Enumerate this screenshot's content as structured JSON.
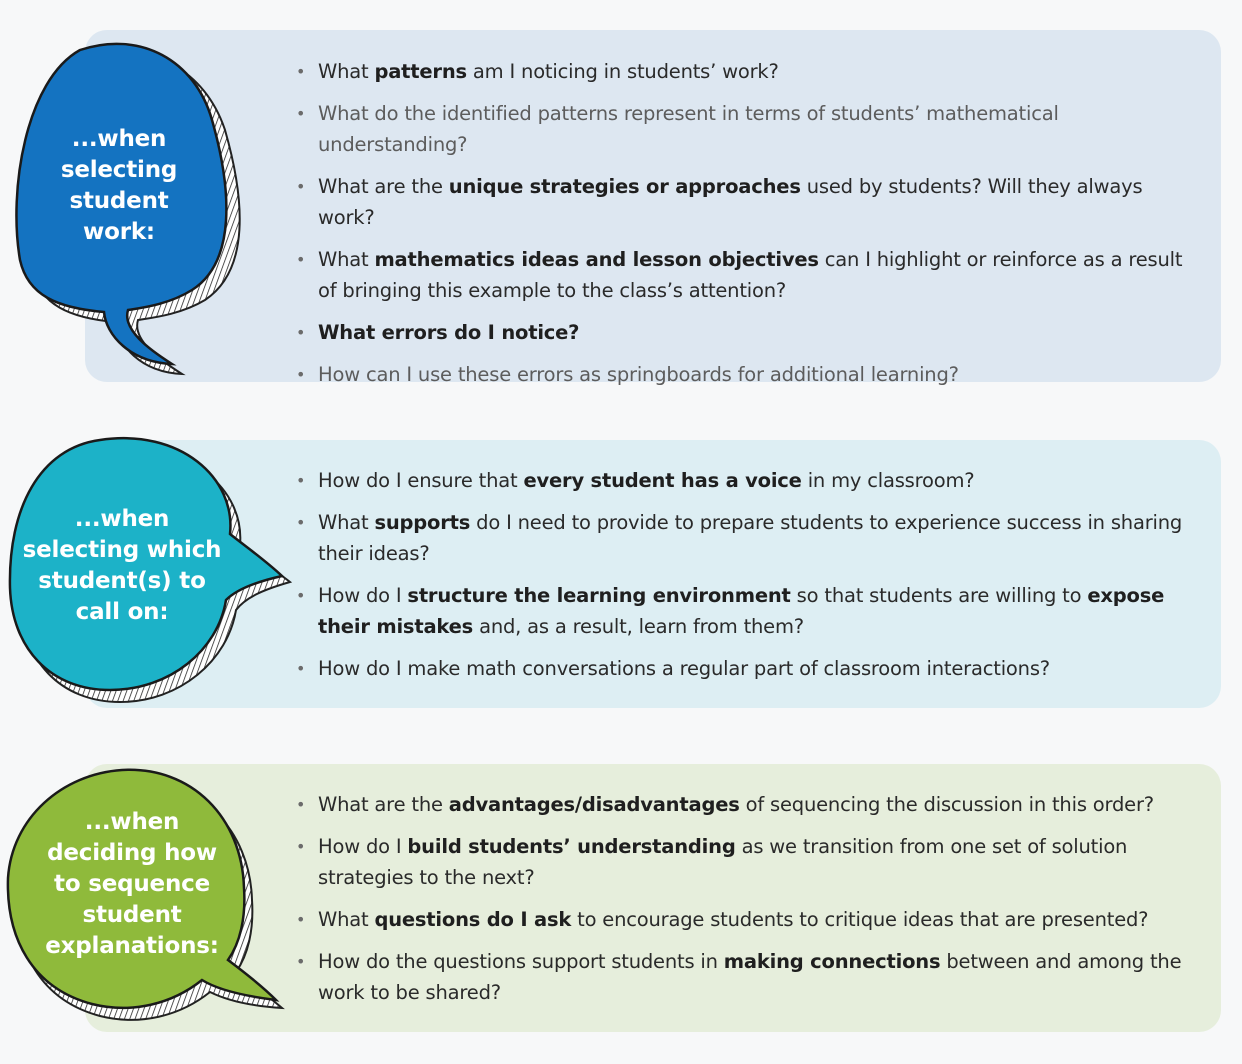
{
  "colors": {
    "panel_1": "#dde7f1",
    "panel_2": "#ddeef3",
    "panel_3": "#e6eedc",
    "bubble_1": "#1473c1",
    "bubble_2": "#1cb2c8",
    "bubble_3": "#8fba3b",
    "text": "#2a2a2a",
    "muted_text": "#5c5c5c"
  },
  "sections": [
    {
      "label_lines": [
        "...when",
        "selecting",
        "student",
        "work:"
      ],
      "items": [
        {
          "style": "normal",
          "parts": [
            {
              "t": "What "
            },
            {
              "t": "patterns",
              "b": true
            },
            {
              "t": " am I noticing in students’ work?"
            }
          ]
        },
        {
          "style": "muted",
          "parts": [
            {
              "t": "What do the identified patterns represent in terms of students’ mathematical understanding?"
            }
          ]
        },
        {
          "style": "normal",
          "parts": [
            {
              "t": "What are the "
            },
            {
              "t": "unique strategies or approaches",
              "b": true
            },
            {
              "t": " used by students? Will they always work?"
            }
          ]
        },
        {
          "style": "normal",
          "parts": [
            {
              "t": "What "
            },
            {
              "t": "mathematics ideas and lesson objectives",
              "b": true
            },
            {
              "t": " can I highlight or reinforce as a result of bringing this example to the class’s attention?"
            }
          ]
        },
        {
          "style": "normal",
          "parts": [
            {
              "t": "What errors do I notice?",
              "b": true
            }
          ]
        },
        {
          "style": "muted",
          "parts": [
            {
              "t": "How can I use these errors as springboards for additional learning?"
            }
          ]
        }
      ]
    },
    {
      "label_lines": [
        "...when",
        "selecting which",
        "student(s) to",
        "call on:"
      ],
      "items": [
        {
          "style": "normal",
          "parts": [
            {
              "t": "How do I ensure that "
            },
            {
              "t": "every student has a voice",
              "b": true
            },
            {
              "t": " in my classroom?"
            }
          ]
        },
        {
          "style": "normal",
          "parts": [
            {
              "t": "What "
            },
            {
              "t": "supports",
              "b": true
            },
            {
              "t": " do I need to provide to prepare students to experience success in sharing their ideas?"
            }
          ]
        },
        {
          "style": "normal",
          "parts": [
            {
              "t": "How do I "
            },
            {
              "t": "structure the learning environment",
              "b": true
            },
            {
              "t": " so that students are willing to "
            },
            {
              "t": "expose their mistakes",
              "b": true
            },
            {
              "t": " and, as a result, learn from them?"
            }
          ]
        },
        {
          "style": "normal",
          "parts": [
            {
              "t": "How do I make math conversations a regular part of classroom interactions?"
            }
          ]
        }
      ]
    },
    {
      "label_lines": [
        "...when",
        "deciding how",
        "to sequence",
        "student",
        "explanations:"
      ],
      "items": [
        {
          "style": "normal",
          "parts": [
            {
              "t": "What are the "
            },
            {
              "t": "advantages/disadvantages",
              "b": true
            },
            {
              "t": " of sequencing the discussion in this order?"
            }
          ]
        },
        {
          "style": "normal",
          "parts": [
            {
              "t": "How do I "
            },
            {
              "t": "build students’ understanding",
              "b": true
            },
            {
              "t": " as we transition from one set of solution strategies to the next?"
            }
          ]
        },
        {
          "style": "normal",
          "parts": [
            {
              "t": "What "
            },
            {
              "t": "questions do I ask",
              "b": true
            },
            {
              "t": " to encourage students to critique ideas that are presented?"
            }
          ]
        },
        {
          "style": "normal",
          "parts": [
            {
              "t": "How do the questions support students in "
            },
            {
              "t": "making connections",
              "b": true
            },
            {
              "t": " between and among the work to be shared?"
            }
          ]
        }
      ]
    }
  ]
}
